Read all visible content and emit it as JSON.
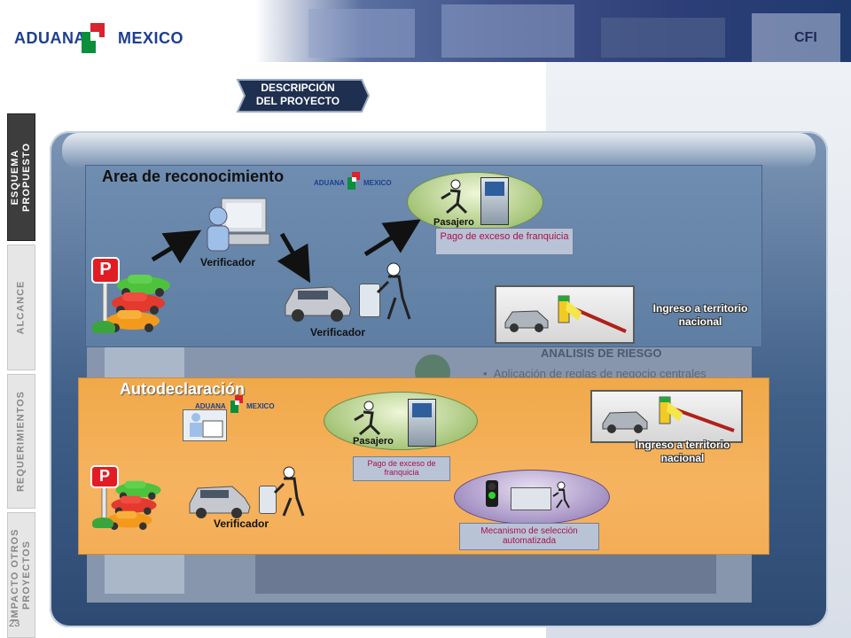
{
  "header": {
    "brand_left": "ADUANA",
    "brand_right": "MEXICO",
    "photo_caption": "CFI"
  },
  "ribbon": {
    "line1": "DESCRIPCIÓN",
    "line2": "DEL PROYECTO"
  },
  "side_nav": {
    "tabs": [
      {
        "line1": "ESQUEMA",
        "line2": "PROPUESTO",
        "active": true
      },
      {
        "line1": "ALCANCE",
        "line2": "",
        "active": false
      },
      {
        "line1": "REQUERIMIENTOS",
        "line2": "",
        "active": false
      },
      {
        "line1": "IMPACTO OTROS",
        "line2": "PROYECTOS",
        "active": false
      }
    ],
    "page_number": "23"
  },
  "background": {
    "title": "ANALISIS DE RIESGO",
    "bullet": "Aplicación de reglas de negocio centrales"
  },
  "panel_area": {
    "title": "Area de reconocimiento",
    "logo_left": "ADUANA",
    "logo_right": "MEXICO",
    "parking_sign": "P",
    "verificador_1": "Verificador",
    "verificador_2": "Verificador",
    "pasajero": "Pasajero",
    "pago_caption": "Pago de exceso de franquicia",
    "ingreso": "Ingreso a territorio nacional"
  },
  "panel_auto": {
    "title": "Autodeclaración",
    "logo_left": "ADUANA",
    "logo_right": "MEXICO",
    "parking_sign": "P",
    "verificador": "Verificador",
    "pasajero": "Pasajero",
    "pago_caption": "Pago de exceso de franquicia",
    "mecanismo_caption": "Mecanismo de selección automatizada",
    "ingreso": "Ingreso a territorio nacional"
  },
  "colors": {
    "brand_blue": "#1d3f8f",
    "brand_green": "#0a8f3c",
    "brand_red": "#d9232d",
    "caption_magenta": "#a6124c",
    "panel_blue": "#6f8db0",
    "panel_orange": "#f4ad57"
  },
  "icons": [
    "parking-sign-icon",
    "car-icon",
    "computer-icon",
    "person-icon",
    "kiosk-icon",
    "barrier-icon",
    "traffic-light-icon",
    "arrow-icon"
  ]
}
